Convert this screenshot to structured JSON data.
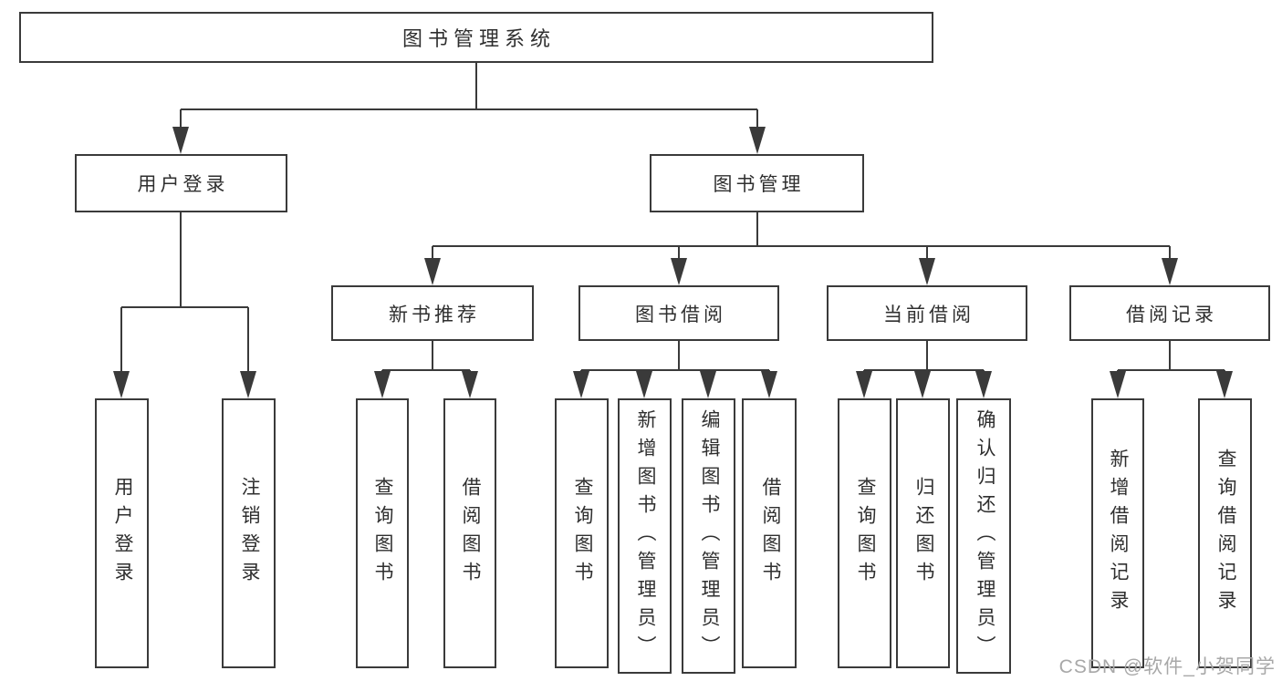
{
  "tree": {
    "label": "图书管理系统",
    "children": [
      {
        "label": "用户登录",
        "children": [
          {
            "label": "用户登录"
          },
          {
            "label": "注销登录"
          }
        ]
      },
      {
        "label": "图书管理",
        "children": [
          {
            "label": "新书推荐",
            "children": [
              {
                "label": "查询图书"
              },
              {
                "label": "借阅图书"
              }
            ]
          },
          {
            "label": "图书借阅",
            "children": [
              {
                "label": "查询图书"
              },
              {
                "label": "新增图书（管理员）"
              },
              {
                "label": "编辑图书（管理员）"
              },
              {
                "label": "借阅图书"
              }
            ]
          },
          {
            "label": "当前借阅",
            "children": [
              {
                "label": "查询图书"
              },
              {
                "label": "归还图书"
              },
              {
                "label": "确认归还（管理员）"
              }
            ]
          },
          {
            "label": "借阅记录",
            "children": [
              {
                "label": "新增借阅记录"
              },
              {
                "label": "查询借阅记录"
              }
            ]
          }
        ]
      }
    ]
  },
  "watermark": {
    "text": "CSDN @软件_小贺同学",
    "color": "#a8a8a8"
  },
  "colors": {
    "line": "#3a3a3a",
    "box_border": "#3a3a3a",
    "text": "#2f2f2f",
    "background": "#ffffff"
  }
}
